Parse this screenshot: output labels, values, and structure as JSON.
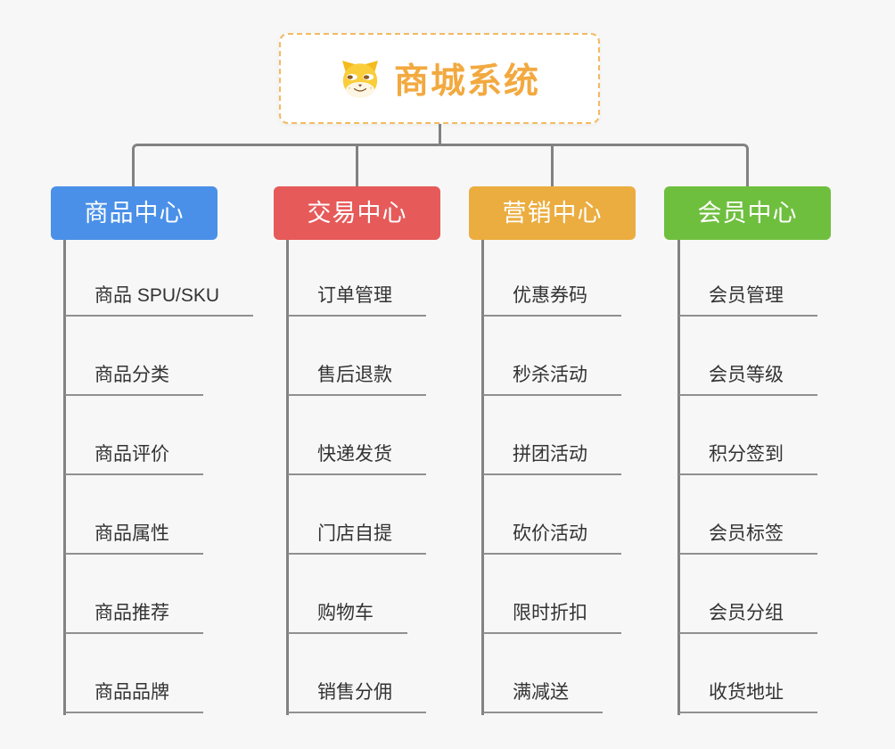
{
  "root": {
    "title": "商城系统",
    "icon": "doge-icon"
  },
  "branches": [
    {
      "label": "商品中心",
      "color": "#4A90E8",
      "children": [
        "商品 SPU/SKU",
        "商品分类",
        "商品评价",
        "商品属性",
        "商品推荐",
        "商品品牌"
      ]
    },
    {
      "label": "交易中心",
      "color": "#E65A5A",
      "children": [
        "订单管理",
        "售后退款",
        "快递发货",
        "门店自提",
        "购物车",
        "销售分佣"
      ]
    },
    {
      "label": "营销中心",
      "color": "#EBAD40",
      "children": [
        "优惠券码",
        "秒杀活动",
        "拼团活动",
        "砍价活动",
        "限时折扣",
        "满减送"
      ]
    },
    {
      "label": "会员中心",
      "color": "#6FBF3F",
      "children": [
        "会员管理",
        "会员等级",
        "积分签到",
        "会员标签",
        "会员分组",
        "收货地址"
      ]
    }
  ],
  "colors": {
    "connector": "#828282",
    "underline": "#909090",
    "leaf_text": "#333333",
    "bg": "#f7f7f7",
    "root_accent": "#F2A93F",
    "root_border": "#F2BA62"
  }
}
